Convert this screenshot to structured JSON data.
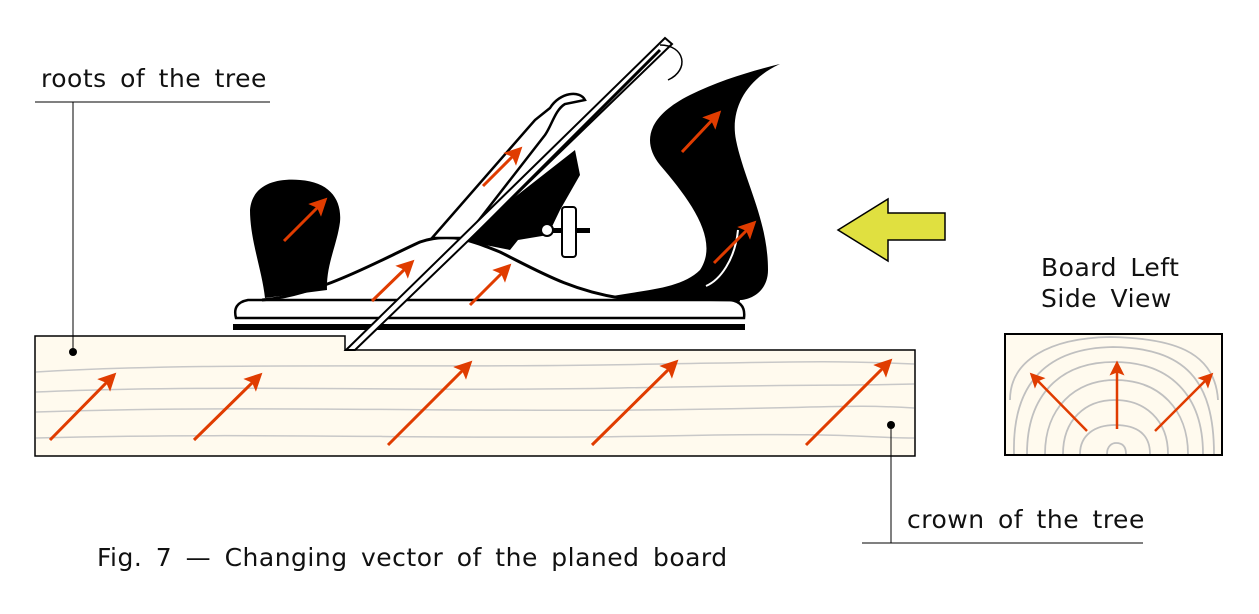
{
  "labels": {
    "roots": "roots of the tree",
    "crown": "crown of the tree",
    "side_view_line1": "Board Left",
    "side_view_line2": "Side View",
    "caption": "Fig. 7 — Changing vector of the planed board"
  },
  "colors": {
    "arrow": "#e03c00",
    "push_arrow": "#e0e040",
    "board_fill": "#fffaee",
    "grain": "#c0c0c0"
  }
}
